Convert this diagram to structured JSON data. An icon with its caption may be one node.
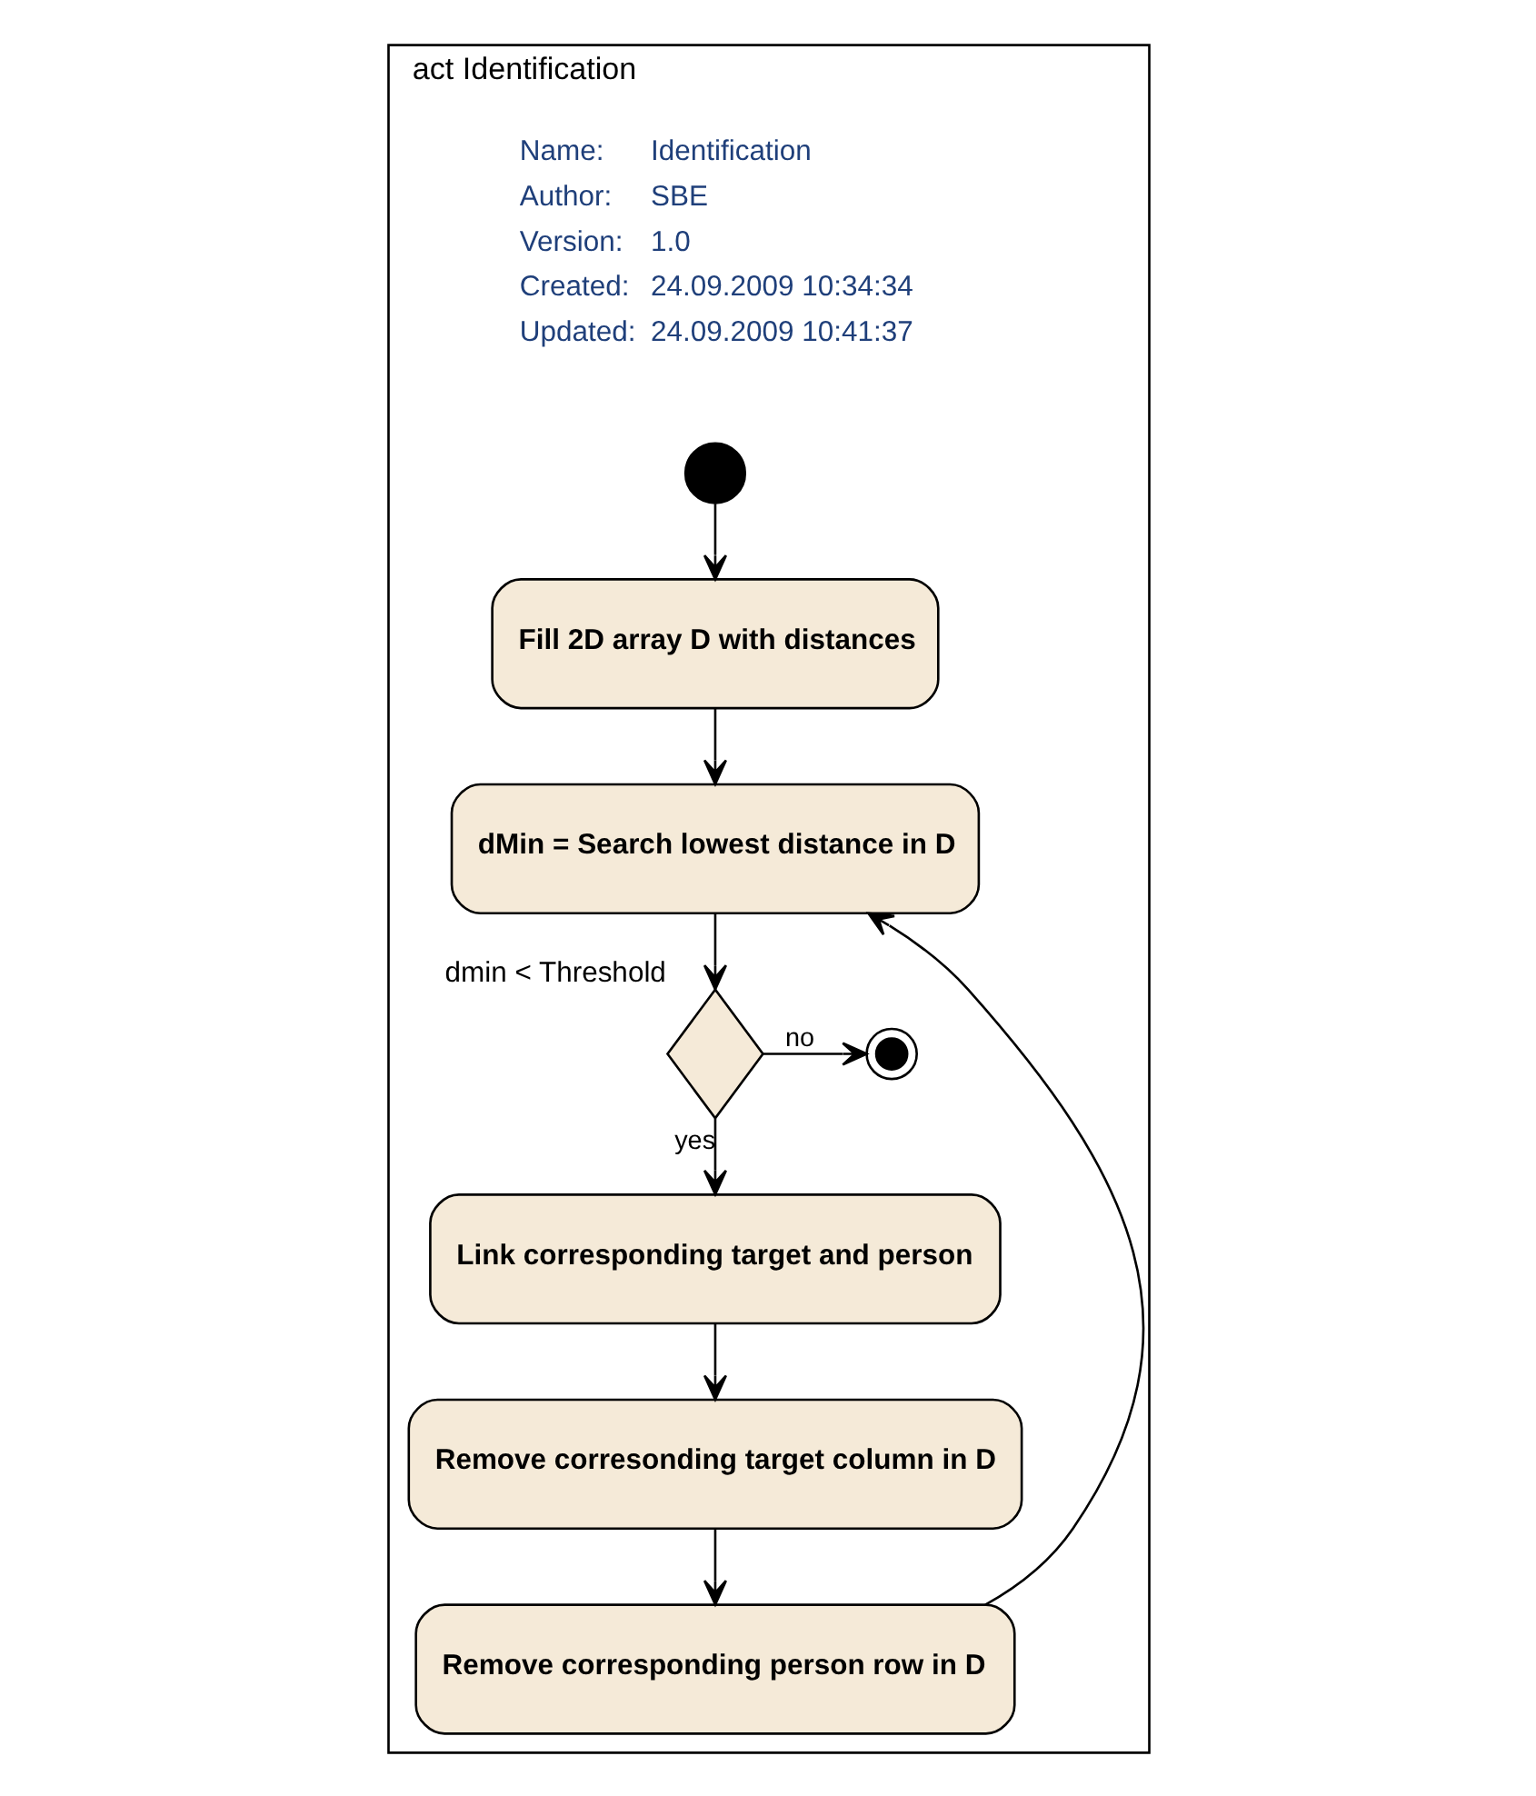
{
  "diagram": {
    "nodes": [
      {
        "text": [
          "act Identification"
        ]
      },
      {
        "text": [],
        "shape": "circle",
        "in": 0
      },
      {
        "text": [
          "Fill 2D array D with distances"
        ],
        "in": 0
      },
      {
        "text": [
          "dMin = Search lowest distance in D"
        ],
        "in": 0
      },
      {
        "text": [],
        "shape": "diamond",
        "in": 0,
        "beside": [
          "dmin < Threshold"
        ]
      },
      {
        "text": [],
        "shape": "circle",
        "in": 0
      },
      {
        "text": [
          "Link corresponding target and person"
        ],
        "in": 0
      },
      {
        "text": [
          "Remove corresonding target column in D"
        ],
        "in": 0
      },
      {
        "text": [
          "Remove corresponding person row in D"
        ],
        "in": 0
      }
    ],
    "edges": [
      {
        "from": 1,
        "to": 2,
        "arrow": "to"
      },
      {
        "from": 2,
        "to": 3,
        "arrow": "to"
      },
      {
        "from": 3,
        "to": 4,
        "arrow": "to"
      },
      {
        "from": 4,
        "to": 5,
        "arrow": "to",
        "label": "no"
      },
      {
        "from": 4,
        "to": 6,
        "arrow": "to",
        "label": "yes"
      },
      {
        "from": 6,
        "to": 7,
        "arrow": "to"
      },
      {
        "from": 7,
        "to": 8,
        "arrow": "to"
      },
      {
        "from": 8,
        "to": 3,
        "arrow": "to"
      }
    ],
    "labels": [
      "Name:",
      "Identification",
      "Author:",
      "SBE",
      "Version:",
      "1.0",
      "Created:",
      "24.09.2009 10:34:34",
      "Updated:",
      "24.09.2009 10:41:37"
    ]
  }
}
